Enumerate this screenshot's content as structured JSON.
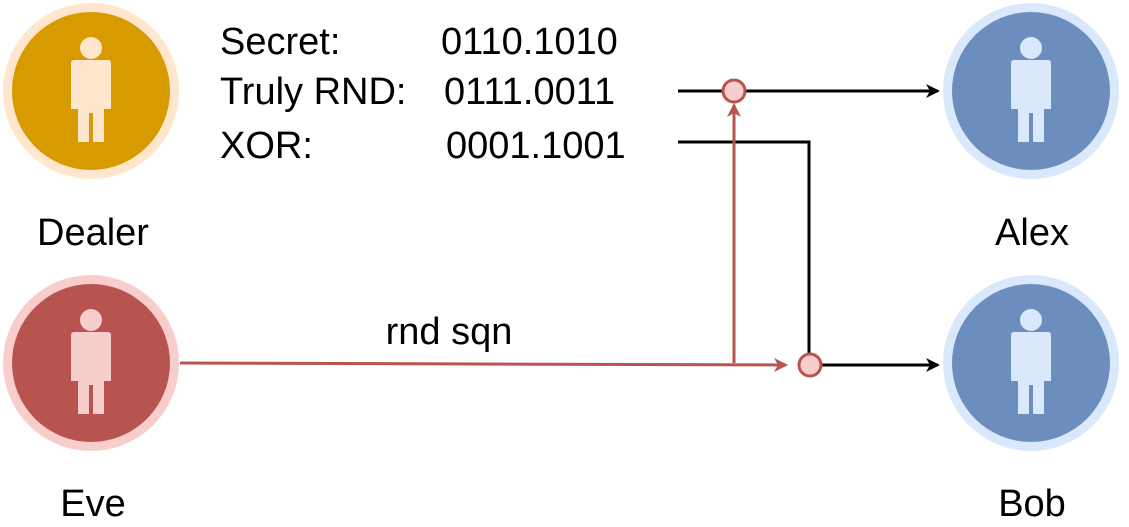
{
  "colors": {
    "dealer_fill": "#d79b00",
    "dealer_ring": "#ffe6cc",
    "eve_fill": "#b85450",
    "eve_ring": "#f8cecc",
    "peer_fill": "#6c8ebf",
    "peer_ring": "#dae8fc",
    "figure_light_orange": "#ffe6cc",
    "figure_light_red": "#f8cecc",
    "figure_light_blue": "#dae8fc",
    "black_line": "#000000",
    "red_line": "#b85450",
    "junction_fill": "#f8cecc"
  },
  "actors": {
    "dealer": {
      "label": "Dealer",
      "icon": "person-icon"
    },
    "eve": {
      "label": "Eve",
      "icon": "person-icon"
    },
    "alex": {
      "label": "Alex",
      "icon": "person-icon"
    },
    "bob": {
      "label": "Bob",
      "icon": "person-icon"
    }
  },
  "sequences": [
    {
      "label": "Secret:",
      "value": "0110.1010"
    },
    {
      "label": "Truly RND:",
      "value": "0111.0011"
    },
    {
      "label": "XOR:",
      "value": "0001.1001"
    }
  ],
  "edges": {
    "eve_channel_label": "rnd sqn"
  }
}
